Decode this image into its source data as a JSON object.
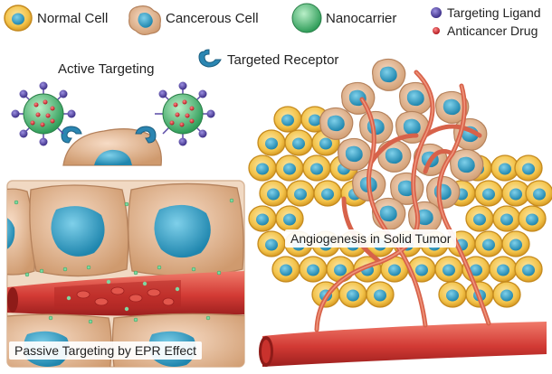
{
  "legend": {
    "normal_cell": "Normal Cell",
    "cancerous_cell": "Cancerous Cell",
    "nanocarrier": "Nanocarrier",
    "targeting_ligand": "Targeting Ligand",
    "anticancer_drug": "Anticancer Drug",
    "targeted_receptor": "Targeted Receptor"
  },
  "panels": {
    "active": "Active Targeting",
    "passive": "Passive Targeting by EPR Effect",
    "angiogenesis": "Angiogenesis in Solid Tumor"
  },
  "colors": {
    "cell_yellow": "#f3c34a",
    "cell_nucleus": "#2fa3c8",
    "cancer_cell": "#e9b995",
    "nanocarrier": "#4fbf78",
    "ligand": "#5a4aa6",
    "drug": "#d6242b",
    "receptor": "#2b86b2",
    "vessel": "#d23a34"
  }
}
